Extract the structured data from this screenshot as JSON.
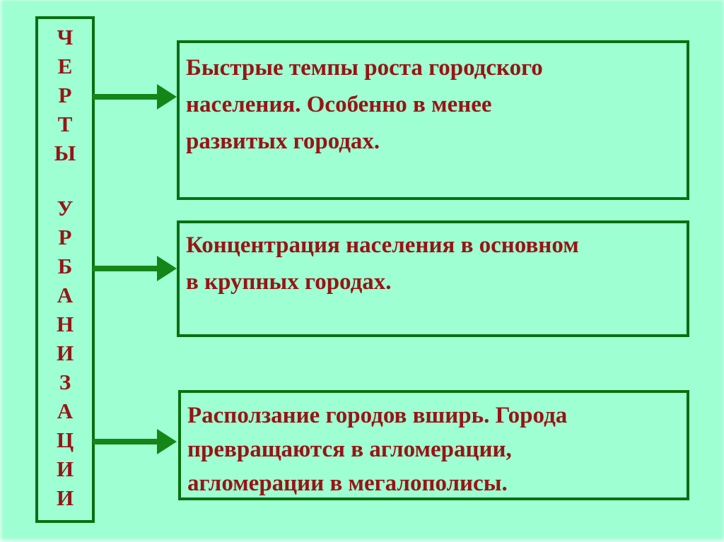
{
  "slide": {
    "background_color": "#9dffd2",
    "border_green": "#0b6f10",
    "arrow_green": "#148517",
    "text_red": "#981414"
  },
  "left_panel": {
    "word": "ЧЕРТЫ УРБАНИЗАЦИИ",
    "letters": [
      "Ч",
      "Е",
      "Р",
      "Т",
      "Ы",
      "",
      "У",
      "Р",
      "Б",
      "А",
      "Н",
      "И",
      "З",
      "А",
      "Ц",
      "И",
      "И"
    ]
  },
  "boxes": [
    {
      "text": "Быстрые темпы роста городского населения. Особенно в менее развитых городах.",
      "lines": [
        "Быстрые темпы роста городского",
        "населения. Особенно в менее",
        "развитых городах."
      ]
    },
    {
      "text": "Концентрация населения в основном в крупных городах.",
      "lines": [
        "Концентрация населения в основном",
        "в крупных городах."
      ]
    },
    {
      "text": "Расползание городов вширь. Города превращаются в агломерации, агломерации в мегалополисы.",
      "lines": [
        "Расползание городов вширь. Города",
        "превращаются в агломерации,",
        "агломерации в мегалополисы."
      ]
    }
  ]
}
